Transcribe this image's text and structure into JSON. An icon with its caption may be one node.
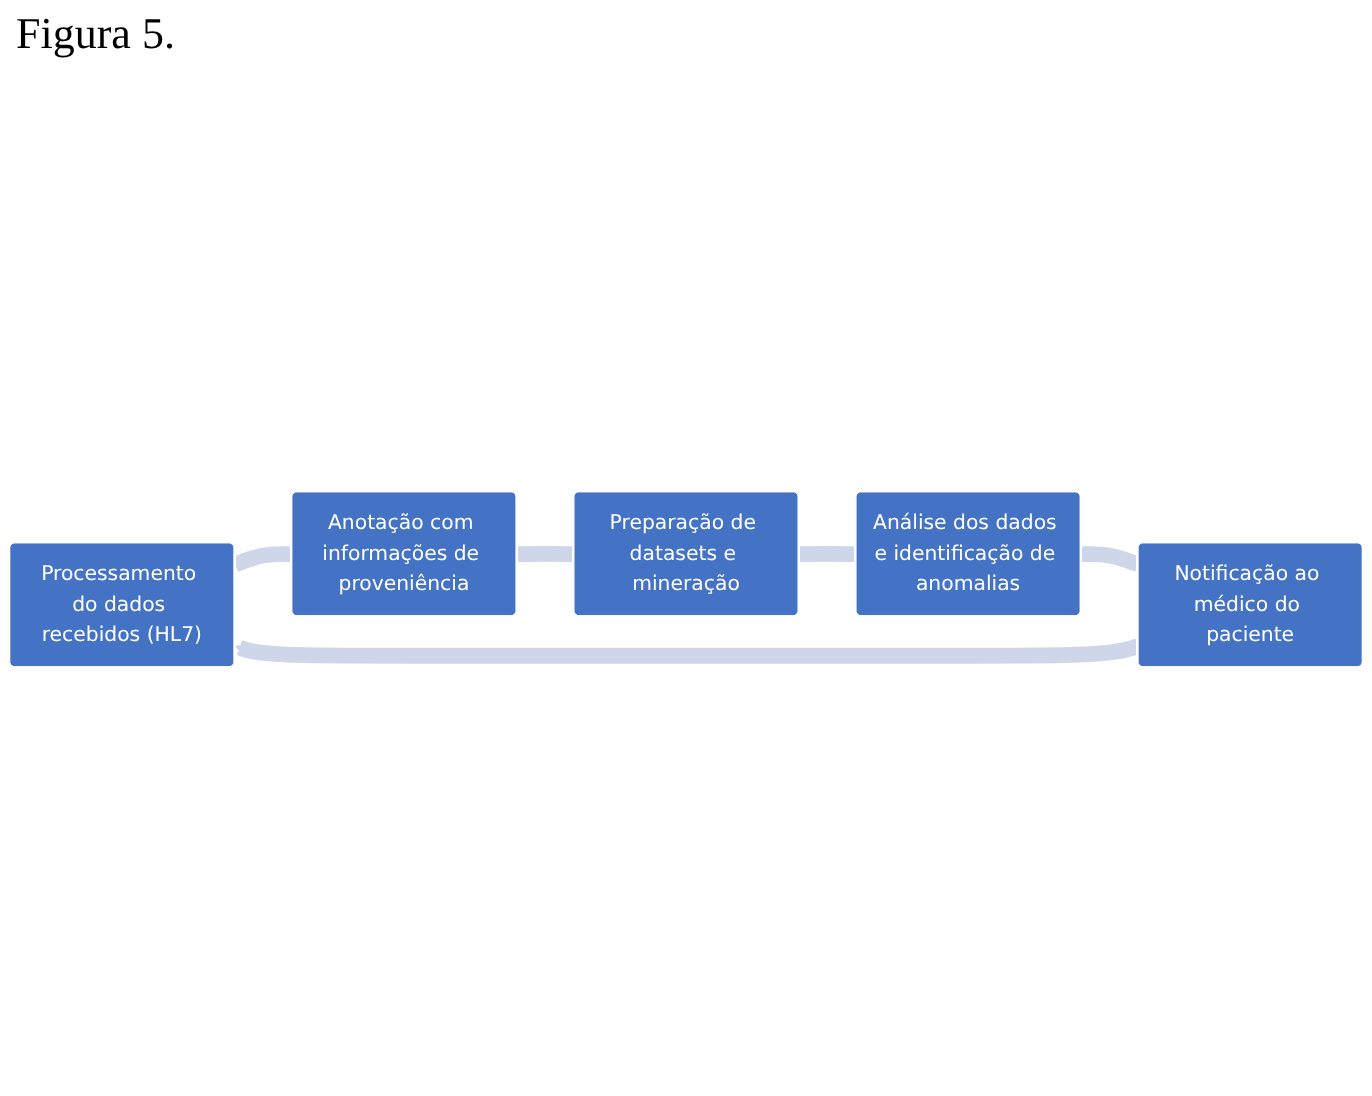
{
  "diagram": {
    "nodes": [
      {
        "text": [
          "Processamento do dados recebidos (HL7)"
        ]
      },
      {
        "text": [
          "Anotação com informações de proveniência"
        ]
      },
      {
        "text": [
          "Preparação de datasets e mineração"
        ]
      },
      {
        "text": [
          "Análise dos dados e identificação de anomalias"
        ]
      },
      {
        "text": [
          "Notificação ao médico do paciente"
        ]
      }
    ],
    "edges": [
      {
        "from": 0,
        "to": 1,
        "arrow": "none"
      },
      {
        "from": 1,
        "to": 2,
        "arrow": "none"
      },
      {
        "from": 2,
        "to": 3,
        "arrow": "none"
      },
      {
        "from": 3,
        "to": 4,
        "arrow": "none"
      },
      {
        "from": 4,
        "to": 0,
        "arrow": "to"
      }
    ],
    "labels": [
      "Figura 5."
    ]
  }
}
